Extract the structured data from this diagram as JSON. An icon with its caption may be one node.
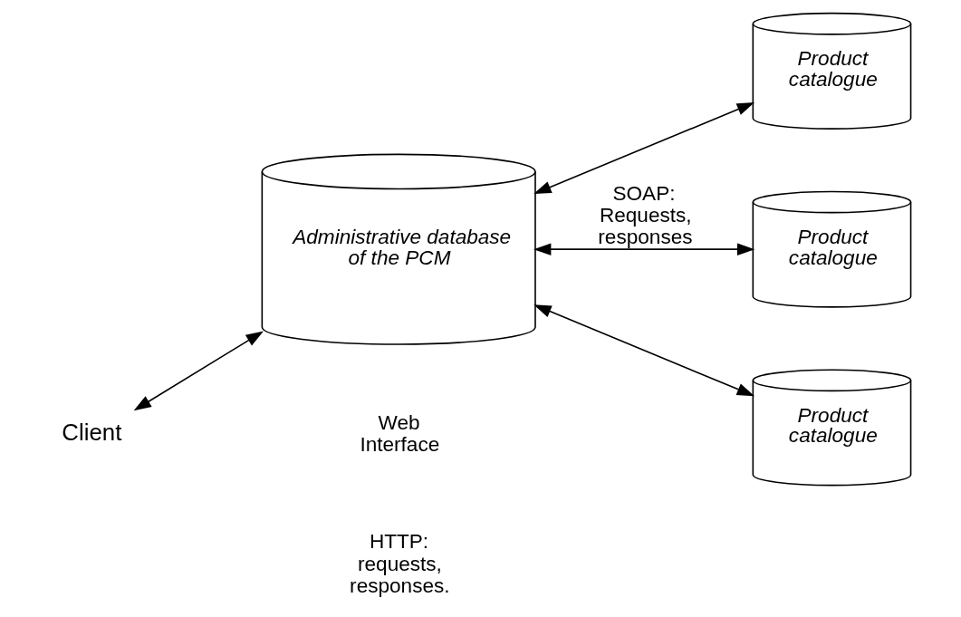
{
  "diagram": {
    "nodes": [
      {
        "text": [
          "Client"
        ]
      },
      {
        "text": [
          "Administrative database of the PCM"
        ]
      },
      {
        "text": [
          "Product catalogue"
        ]
      },
      {
        "text": [
          "Product catalogue"
        ]
      },
      {
        "text": [
          "Product catalogue"
        ]
      }
    ],
    "edges": [
      {
        "from": 0,
        "to": 1,
        "arrow": "both"
      },
      {
        "from": 1,
        "to": 2,
        "arrow": "both"
      },
      {
        "from": 1,
        "to": 3,
        "arrow": "both",
        "label": "SOAP: Requests, responses"
      },
      {
        "from": 1,
        "to": 4,
        "arrow": "both"
      }
    ],
    "labels": [
      "Web Interface",
      "HTTP: requests, responses."
    ]
  }
}
